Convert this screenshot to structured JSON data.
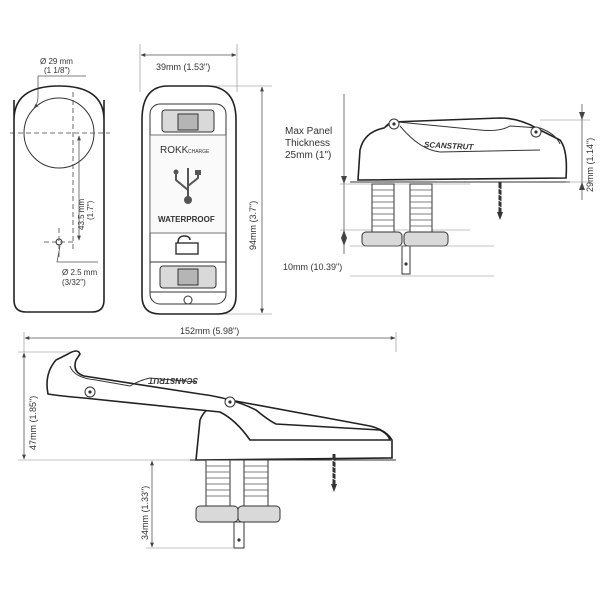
{
  "front_view": {
    "hole_diameter": "Ø 29 mm",
    "hole_diameter_imperial": "(1 1/8\")",
    "hole_spacing": "43.5 mm",
    "hole_spacing_imperial": "(1.7\")",
    "pin_diameter": "Ø 2.5 mm",
    "pin_diameter_imperial": "(3/32\")"
  },
  "top_view": {
    "width_label": "39mm (1.53\")",
    "height_label": "94mm (3.7\")",
    "brand": "ROKK",
    "charge": "CHARGE",
    "waterproof": "WATERPROOF"
  },
  "side_view_right": {
    "panel_line1": "Max Panel",
    "panel_line2": "Thickness",
    "panel_line3": "25mm (1\")",
    "height_label": "29mm (1.14\")",
    "bottom_label": "10mm (10.39\")",
    "brand": "SCANSTRUT"
  },
  "side_view_bottom": {
    "length_label": "152mm (5.98\")",
    "height_label": "47mm (1.85\")",
    "depth_label": "34mm (1.33\")",
    "brand": "SCANSTRUT"
  }
}
